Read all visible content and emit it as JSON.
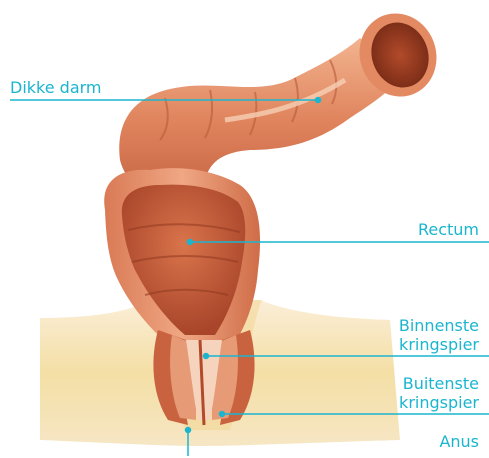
{
  "accent_color": "#1bb5cf",
  "labels": {
    "colon": "Dikke darm",
    "rectum": "Rectum",
    "internal_1": "Binnenste",
    "internal_2": "kringspier",
    "external_1": "Buitenste",
    "external_2": "kringspier",
    "anus": "Anus"
  },
  "icons": [
    "colon-illustration",
    "rectum-illustration",
    "sphincter-illustration"
  ]
}
